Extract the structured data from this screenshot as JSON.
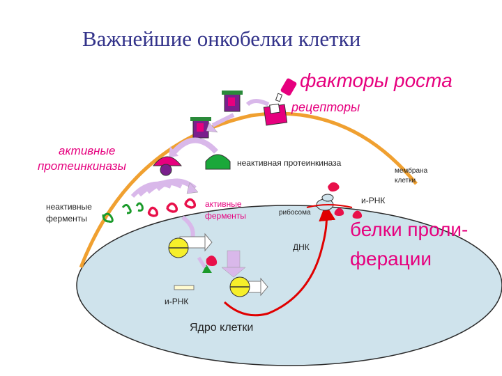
{
  "title": "Важнейшие онкобелки клетки",
  "labels": {
    "growth_factors": "факторы роста",
    "receptors": "рецепторы",
    "active_kinases_line1": "активные",
    "active_kinases_line2": "протеинкиназы",
    "inactive_kinase": "неактивная протеинкиназа",
    "membrane_line1": "мембрана",
    "membrane_line2": "клетки",
    "inactive_enzymes_line1": "неактивные",
    "inactive_enzymes_line2": "ферменты",
    "active_enzymes_line1": "активные",
    "active_enzymes_line2": "ферменты",
    "ribosome": "рибосома",
    "mrna_top": "и-РНК",
    "proliferation_line1": "белки проли-",
    "proliferation_line2": "ферации",
    "dna": "ДНК",
    "mrna_nucleus": "и-РНК",
    "nucleus": "Ядро клетки"
  },
  "colors": {
    "title": "#33338a",
    "accent_magenta": "#e6007e",
    "membrane": "#f0a030",
    "nucleus_fill": "#cfe3ec",
    "arrow_lavender": "#d9b8ea",
    "enzyme_green": "#1a9a2a",
    "enzyme_red": "#e8104a",
    "dna_red": "#e00000",
    "gene_yellow": "#f6ef2a",
    "receptor_purple": "#7a1f8c"
  }
}
